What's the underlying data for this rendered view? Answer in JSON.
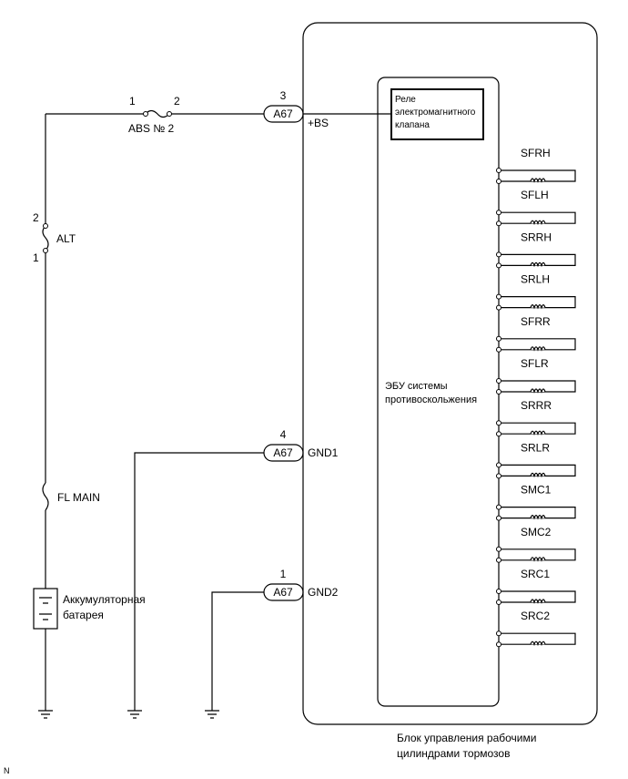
{
  "fuses": {
    "abs": {
      "label": "ABS № 2",
      "pin_left": "1",
      "pin_right": "2"
    },
    "alt": {
      "label": "ALT",
      "pin_top": "2",
      "pin_bottom": "1"
    },
    "flmain": {
      "label": "FL MAIN"
    }
  },
  "battery": {
    "label_line1": "Аккумуляторная",
    "label_line2": "батарея"
  },
  "connectors": [
    {
      "id": "A67",
      "pin": "3",
      "terminal": "+BS"
    },
    {
      "id": "A67",
      "pin": "4",
      "terminal": "GND1"
    },
    {
      "id": "A67",
      "pin": "1",
      "terminal": "GND2"
    }
  ],
  "relay": {
    "line1": "Реле",
    "line2": "электромагнитного",
    "line3": "клапана"
  },
  "ecu": {
    "line1": "ЭБУ системы",
    "line2": "противоскольжения"
  },
  "solenoids": [
    "SFRH",
    "SFLH",
    "SRRH",
    "SRLH",
    "SFRR",
    "SFLR",
    "SRRR",
    "SRLR",
    "SMC1",
    "SMC2",
    "SRC1",
    "SRC2"
  ],
  "module": {
    "line1": "Блок управления рабочими",
    "line2": "цилиндрами тормозов"
  },
  "corner_mark": "N"
}
